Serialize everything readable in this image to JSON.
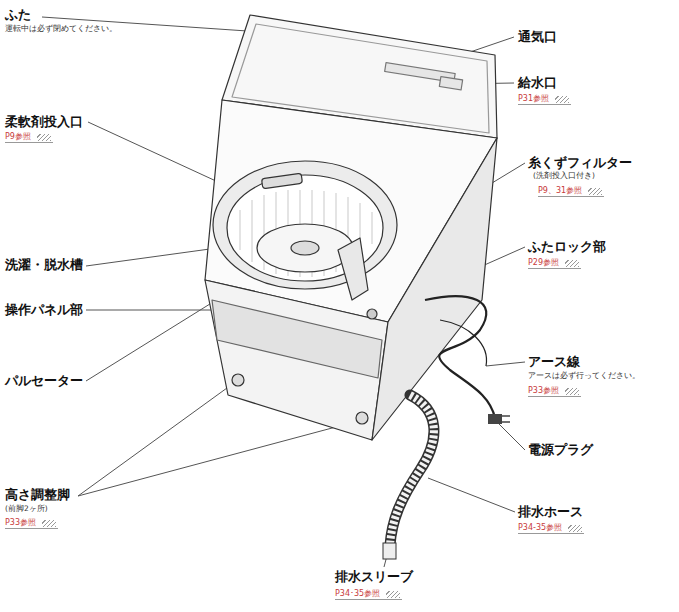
{
  "diagram": {
    "labels": [
      "ふた",
      "運転中は必ず閉めてください。",
      "通気口",
      "給水口",
      "P31参照",
      "柔軟剤投入口",
      "P9参照",
      "糸くずフィルター",
      "(洗剤投入口付き)",
      "P9、31参照",
      "洗濯・脱水槽",
      "ふたロック部",
      "P29参照",
      "操作パネル部",
      "アース線",
      "アースは必ず行ってください。",
      "P33参照",
      "パルセーター",
      "電源プラグ",
      "高さ調整脚",
      "(前脚2ヶ所)",
      "P33参照",
      "排水ホース",
      "P34-35参照",
      "排水スリーブ",
      "P34･35参照"
    ]
  }
}
